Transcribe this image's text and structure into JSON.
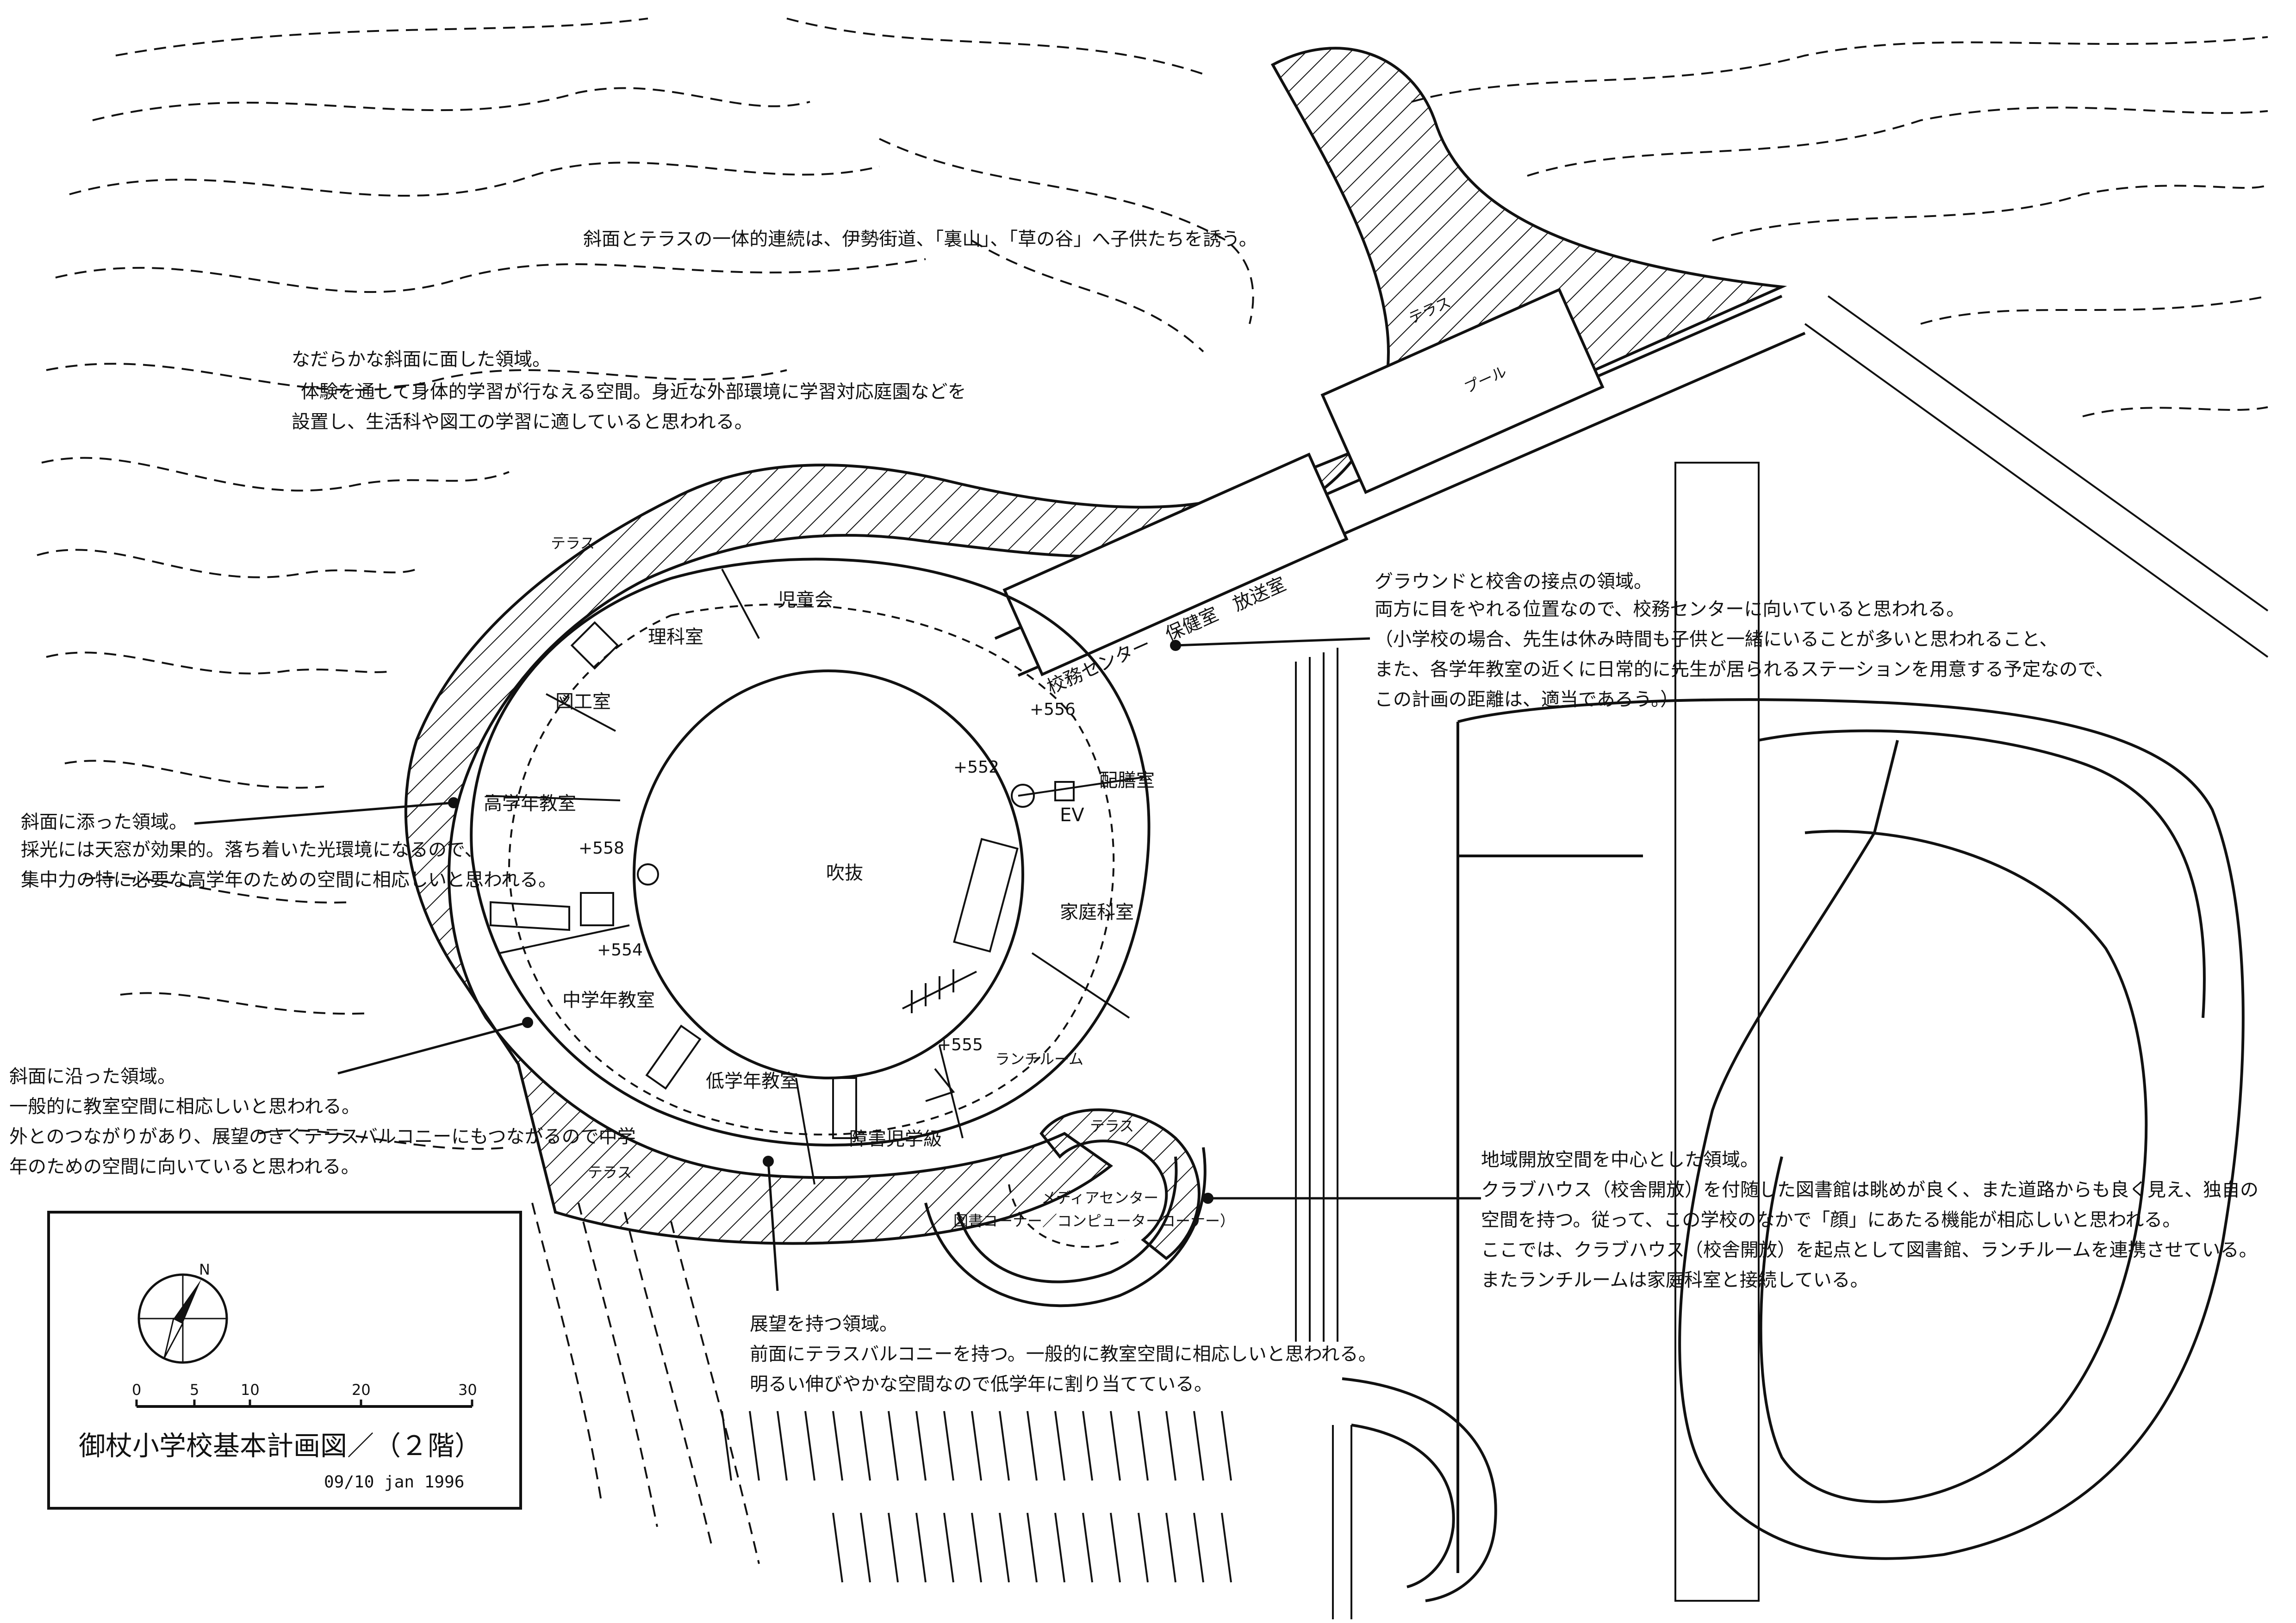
{
  "notes": {
    "top": "斜面とテラスの一体的連続は、伊勢街道、「裏山」、「草の谷」へ子供たちを誘う。",
    "nw": [
      "なだらかな斜面に面した領域。",
      "体験を通して身体的学習が行なえる空間。身近な外部環境に学習対応庭園などを",
      "設置し、生活科や図工の学習に適していると思われる。"
    ],
    "ne": [
      "グラウンドと校舎の接点の領域。",
      "両方に目をやれる位置なので、校務センターに向いていると思われる。",
      "（小学校の場合、先生は休み時間も子供と一緒にいることが多いと思われること、",
      "また、各学年教室の近くに日常的に先生が居られるステーションを用意する予定なので、",
      "この計画の距離は、適当であろう。）"
    ],
    "w1": [
      "斜面に添った領域。",
      "採光には天窓が効果的。落ち着いた光環境になるので、",
      "集中力の特に必要な高学年のための空間に相応しいと思われる。"
    ],
    "w2": [
      "斜面に沿った領域。",
      "一般的に教室空間に相応しいと思われる。",
      "外とのつながりがあり、展望のきくテラスバルコニーにもつながるので中学",
      "年のための空間に向いていると思われる。"
    ],
    "e": [
      "地域開放空間を中心とした領域。",
      "クラブハウス（校舎開放）を付随した図書館は眺めが良く、また道路からも良く見え、独自の",
      "空間を持つ。従って、この学校のなかで「顔」にあたる機能が相応しいと思われる。",
      "ここでは、クラブハウス（校舎開放）を起点として図書館、ランチルームを連携させている。",
      "またランチルームは家庭科室と接続している。"
    ],
    "s": [
      "展望を持つ領域。",
      "前面にテラスバルコニーを持つ。一般的に教室空間に相応しいと思われる。",
      "明るい伸びやかな空間なので低学年に割り当てている。"
    ]
  },
  "rooms": {
    "rika": "理科室",
    "jido": "児童会",
    "zuko": "図工室",
    "kogaku": "高学年教室",
    "chugaku": "中学年教室",
    "teigaku": "低学年教室",
    "fukinuke": "吹抜",
    "kateika": "家庭科室",
    "haizen": "配膳室",
    "ev": "EV",
    "lunch": "ランチルーム",
    "shogai": "障害児学級",
    "media": "メディアセンター",
    "library": "図書コーナー／コンピューターコーナー）",
    "office": "校務センター　保健室　放送室",
    "pool": "プール",
    "terrace": "テラス"
  },
  "levels": {
    "l552": "+552",
    "l556": "+556",
    "l558": "+558",
    "l554": "+554",
    "l555": "+555"
  },
  "legend": {
    "north": "N",
    "scale": [
      "0",
      "5",
      "10",
      "20",
      "30"
    ],
    "title": "御杖小学校基本計画図／（２階）",
    "date": "09/10 jan 1996"
  }
}
